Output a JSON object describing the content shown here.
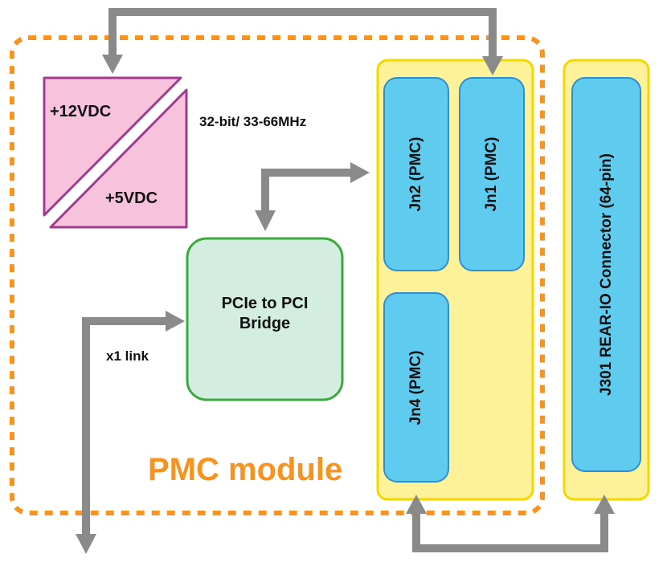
{
  "diagram": {
    "module_label": "PMC module",
    "power": {
      "input": "+12VDC",
      "output": "+5VDC"
    },
    "bus_label": "32-bit/ 33-66MHz",
    "link_label": "x1 link",
    "bridge": {
      "line1": "PCIe to PCI",
      "line2": "Bridge"
    },
    "connectors": {
      "jn1": "Jn1 (PMC)",
      "jn2": "Jn2 (PMC)",
      "jn4": "Jn4 (PMC)",
      "j301": "J301 REAR-IO Connector (64-pin)"
    },
    "colors": {
      "module_border": "#F7931E",
      "module_label": "#F7931E",
      "arrow": "#8A8A8A",
      "power_fill": "#F7C3DC",
      "power_border": "#A03C90",
      "bridge_fill": "#D3EDE0",
      "bridge_border": "#3DA83D",
      "group_fill": "#FDF29A",
      "group_border": "#F2D800",
      "connector_fill": "#5FCCEF",
      "connector_border": "#2E8FD0"
    }
  }
}
